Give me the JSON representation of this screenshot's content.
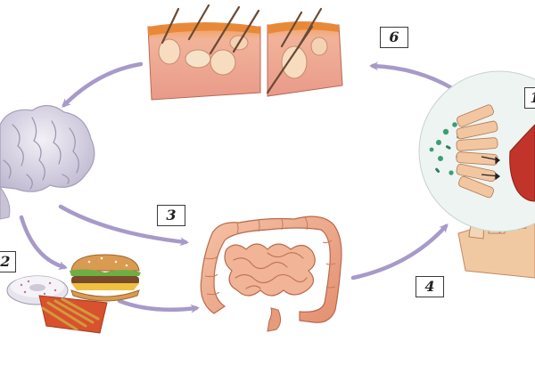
{
  "colors": {
    "arrow": "#a79ac8",
    "skin": "#eca690",
    "skin_top": "#e8923a",
    "brain": "#d8d3e3",
    "intestine": "#eea885",
    "cell_wall": "#e6a97a",
    "cytoplasm_red": "#c0342a",
    "bacteria": "#3b9e74"
  },
  "step_labels": {
    "one": "1",
    "two": "2",
    "three": "3",
    "four": "4",
    "six": "6"
  },
  "illustrations": [
    {
      "name": "skin-cross-section",
      "icon": "skin-layer-icon"
    },
    {
      "name": "brain",
      "icon": "brain-icon"
    },
    {
      "name": "junk-food",
      "icon": "burger-donut-fries-icon"
    },
    {
      "name": "intestines",
      "icon": "intestine-icon"
    },
    {
      "name": "gut-wall-microbiome",
      "icon": "villi-bacteria-icon"
    }
  ]
}
